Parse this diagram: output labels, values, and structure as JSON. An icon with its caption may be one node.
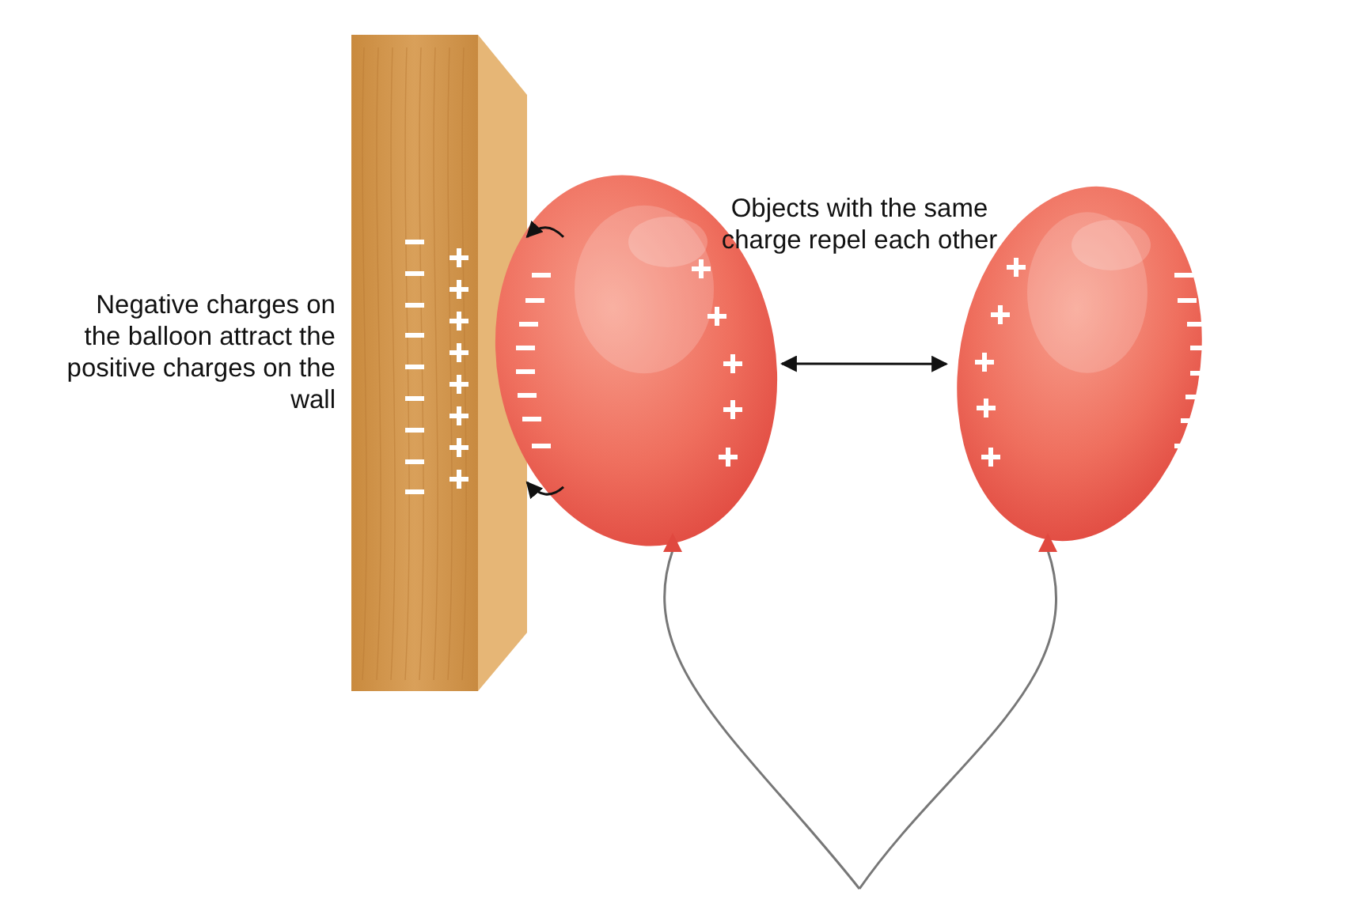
{
  "diagram": {
    "nodes": [
      {
        "text": [],
        "shape": "picture"
      },
      {
        "text": [],
        "shape": "picture"
      },
      {
        "text": [],
        "shape": "picture"
      }
    ],
    "edges": [
      {
        "from": 1,
        "to": 0,
        "arrow": "to"
      },
      {
        "from": 1,
        "to": 0,
        "arrow": "to"
      },
      {
        "from": 1,
        "to": 2,
        "arrow": "both"
      }
    ],
    "labels": [
      "Negative charges on the balloon attract the positive charges on the wall",
      "Objects with the same charge repel each other"
    ]
  }
}
